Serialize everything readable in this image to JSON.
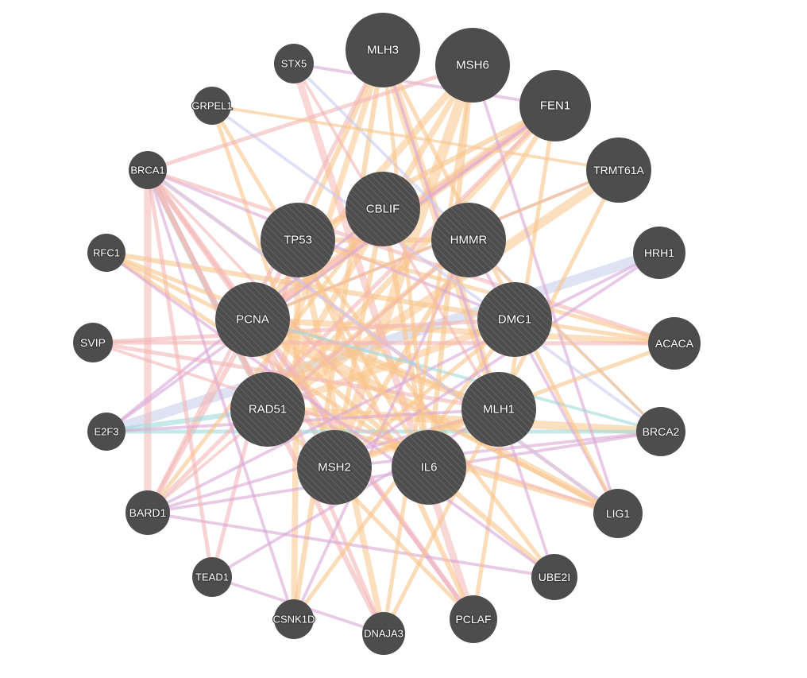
{
  "network": {
    "node_color": "#4d4d4d",
    "node_hatch_color": "#6b6b6b",
    "label_color": "#ffffff",
    "edge_colors": {
      "coexpression": "#d9a6d6",
      "physical": "#f4b6b6",
      "genetic": "#9ed8d8",
      "pathway": "#f9c48a",
      "colocalization": "#c3cbea",
      "predicted": "#c9c9f0"
    },
    "query_genes": [
      "MLH1",
      "RAD51",
      "MSH2",
      "IL6",
      "DMC1",
      "HMMR",
      "CBLIF",
      "TP53",
      "PCNA"
    ],
    "nodes": [
      {
        "id": "MLH3",
        "label": "MLH3",
        "query": false
      },
      {
        "id": "MSH6",
        "label": "MSH6",
        "query": false
      },
      {
        "id": "FEN1",
        "label": "FEN1",
        "query": false
      },
      {
        "id": "TRMT61A",
        "label": "TRMT61A",
        "query": false
      },
      {
        "id": "HRH1",
        "label": "HRH1",
        "query": false
      },
      {
        "id": "ACACA",
        "label": "ACACA",
        "query": false
      },
      {
        "id": "BRCA2",
        "label": "BRCA2",
        "query": false
      },
      {
        "id": "LIG1",
        "label": "LIG1",
        "query": false
      },
      {
        "id": "UBE2I",
        "label": "UBE2I",
        "query": false
      },
      {
        "id": "PCLAF",
        "label": "PCLAF",
        "query": false
      },
      {
        "id": "DNAJA3",
        "label": "DNAJA3",
        "query": false
      },
      {
        "id": "CSNK1D",
        "label": "CSNK1D",
        "query": false
      },
      {
        "id": "TEAD1",
        "label": "TEAD1",
        "query": false
      },
      {
        "id": "BARD1",
        "label": "BARD1",
        "query": false
      },
      {
        "id": "E2F3",
        "label": "E2F3",
        "query": false
      },
      {
        "id": "SVIP",
        "label": "SVIP",
        "query": false
      },
      {
        "id": "RFC1",
        "label": "RFC1",
        "query": false
      },
      {
        "id": "BRCA1",
        "label": "BRCA1",
        "query": false
      },
      {
        "id": "GRPEL1",
        "label": "GRPEL1",
        "query": false
      },
      {
        "id": "STX5",
        "label": "STX5",
        "query": false
      },
      {
        "id": "CBLIF",
        "label": "CBLIF",
        "query": true
      },
      {
        "id": "TP53",
        "label": "TP53",
        "query": true
      },
      {
        "id": "HMMR",
        "label": "HMMR",
        "query": true
      },
      {
        "id": "PCNA",
        "label": "PCNA",
        "query": true
      },
      {
        "id": "DMC1",
        "label": "DMC1",
        "query": true
      },
      {
        "id": "RAD51",
        "label": "RAD51",
        "query": true
      },
      {
        "id": "MLH1",
        "label": "MLH1",
        "query": true
      },
      {
        "id": "MSH2",
        "label": "MSH2",
        "query": true
      },
      {
        "id": "IL6",
        "label": "IL6",
        "query": true
      }
    ],
    "edges": [
      {
        "source": "HRH1",
        "target": "E2F3",
        "type": "colocalization",
        "weight": 0.9
      },
      {
        "source": "FEN1",
        "target": "PCNA",
        "type": "pathway",
        "weight": 0.9
      },
      {
        "source": "TRMT61A",
        "target": "RAD51",
        "type": "pathway",
        "weight": 0.8
      },
      {
        "source": "MSH6",
        "target": "MSH2",
        "type": "pathway",
        "weight": 0.9
      },
      {
        "source": "MLH3",
        "target": "MLH1",
        "type": "pathway",
        "weight": 0.8
      },
      {
        "source": "MSH6",
        "target": "PCNA",
        "type": "pathway",
        "weight": 0.6
      },
      {
        "source": "STX5",
        "target": "PCLAF",
        "type": "physical",
        "weight": 0.6
      },
      {
        "source": "BRCA1",
        "target": "BARD1",
        "type": "physical",
        "weight": 0.6
      },
      {
        "source": "BRCA1",
        "target": "RAD51",
        "type": "genetic",
        "weight": 0.5
      },
      {
        "source": "BRCA2",
        "target": "RAD51",
        "type": "pathway",
        "weight": 0.7
      },
      {
        "source": "BRCA1",
        "target": "PCNA",
        "type": "physical",
        "weight": 0.4
      },
      {
        "source": "MSH2",
        "target": "MLH1",
        "type": "pathway",
        "weight": 0.6
      },
      {
        "source": "DMC1",
        "target": "RAD51",
        "type": "pathway",
        "weight": 0.6
      },
      {
        "source": "PCNA",
        "target": "LIG1",
        "type": "pathway",
        "weight": 0.6
      },
      {
        "source": "PCNA",
        "target": "FEN1",
        "type": "physical",
        "weight": 0.5
      },
      {
        "source": "HMMR",
        "target": "TP53",
        "type": "pathway",
        "weight": 0.4
      },
      {
        "source": "CBLIF",
        "target": "IL6",
        "type": "pathway",
        "weight": 0.4
      },
      {
        "source": "ACACA",
        "target": "PCNA",
        "type": "pathway",
        "weight": 0.5
      },
      {
        "source": "UBE2I",
        "target": "PCNA",
        "type": "pathway",
        "weight": 0.4
      },
      {
        "source": "PCLAF",
        "target": "PCNA",
        "type": "coexpression",
        "weight": 0.3
      },
      {
        "source": "DNAJA3",
        "target": "TP53",
        "type": "pathway",
        "weight": 0.5
      },
      {
        "source": "CSNK1D",
        "target": "TP53",
        "type": "pathway",
        "weight": 0.5
      },
      {
        "source": "TEAD1",
        "target": "TP53",
        "type": "physical",
        "weight": 0.3
      },
      {
        "source": "BARD1",
        "target": "TP53",
        "type": "physical",
        "weight": 0.4
      },
      {
        "source": "E2F3",
        "target": "RAD51",
        "type": "genetic",
        "weight": 0.4
      },
      {
        "source": "SVIP",
        "target": "MLH1",
        "type": "physical",
        "weight": 0.3
      },
      {
        "source": "RFC1",
        "target": "DMC1",
        "type": "pathway",
        "weight": 0.4
      },
      {
        "source": "GRPEL1",
        "target": "MSH2",
        "type": "pathway",
        "weight": 0.3
      },
      {
        "source": "MLH3",
        "target": "TP53",
        "type": "pathway",
        "weight": 0.4
      },
      {
        "source": "MLH3",
        "target": "RAD51",
        "type": "pathway",
        "weight": 0.5
      },
      {
        "source": "MSH6",
        "target": "RAD51",
        "type": "pathway",
        "weight": 0.5
      },
      {
        "source": "FEN1",
        "target": "MSH2",
        "type": "pathway",
        "weight": 0.4
      },
      {
        "source": "FEN1",
        "target": "RAD51",
        "type": "pathway",
        "weight": 0.5
      },
      {
        "source": "TRMT61A",
        "target": "PCNA",
        "type": "coexpression",
        "weight": 0.2
      },
      {
        "source": "BRCA2",
        "target": "BARD1",
        "type": "coexpression",
        "weight": 0.2
      },
      {
        "source": "BRCA2",
        "target": "MSH2",
        "type": "coexpression",
        "weight": 0.2
      },
      {
        "source": "LIG1",
        "target": "RAD51",
        "type": "pathway",
        "weight": 0.4
      },
      {
        "source": "LIG1",
        "target": "BRCA1",
        "type": "physical",
        "weight": 0.3
      },
      {
        "source": "DNAJA3",
        "target": "BRCA1",
        "type": "physical",
        "weight": 0.4
      },
      {
        "source": "PCLAF",
        "target": "BRCA1",
        "type": "physical",
        "weight": 0.4
      },
      {
        "source": "CSNK1D",
        "target": "MLH3",
        "type": "pathway",
        "weight": 0.4
      },
      {
        "source": "UBE2I",
        "target": "TP53",
        "type": "pathway",
        "weight": 0.3
      },
      {
        "source": "UBE2I",
        "target": "BARD1",
        "type": "coexpression",
        "weight": 0.2
      },
      {
        "source": "IL6",
        "target": "MSH6",
        "type": "pathway",
        "weight": 0.4
      },
      {
        "source": "IL6",
        "target": "RFC1",
        "type": "pathway",
        "weight": 0.3
      },
      {
        "source": "MLH1",
        "target": "PCNA",
        "type": "pathway",
        "weight": 0.5
      },
      {
        "source": "MLH1",
        "target": "BARD1",
        "type": "coexpression",
        "weight": 0.2
      },
      {
        "source": "MSH2",
        "target": "PCNA",
        "type": "physical",
        "weight": 0.4
      },
      {
        "source": "RAD51",
        "target": "HMMR",
        "type": "pathway",
        "weight": 0.4
      },
      {
        "source": "DMC1",
        "target": "BRCA1",
        "type": "coexpression",
        "weight": 0.2
      },
      {
        "source": "CBLIF",
        "target": "MSH2",
        "type": "pathway",
        "weight": 0.4
      },
      {
        "source": "ACACA",
        "target": "BRCA1",
        "type": "physical",
        "weight": 0.3
      },
      {
        "source": "HRH1",
        "target": "BARD1",
        "type": "coexpression",
        "weight": 0.2
      },
      {
        "source": "SVIP",
        "target": "DMC1",
        "type": "physical",
        "weight": 0.3
      },
      {
        "source": "E2F3",
        "target": "BRCA2",
        "type": "genetic",
        "weight": 0.3
      },
      {
        "source": "TEAD1",
        "target": "BRCA1",
        "type": "physical",
        "weight": 0.3
      },
      {
        "source": "BARD1",
        "target": "MLH3",
        "type": "physical",
        "weight": 0.3
      },
      {
        "source": "STX5",
        "target": "FEN1",
        "type": "coexpression",
        "weight": 0.2
      },
      {
        "source": "GRPEL1",
        "target": "IL6",
        "type": "pathway",
        "weight": 0.3
      },
      {
        "source": "RFC1",
        "target": "MLH1",
        "type": "pathway",
        "weight": 0.3
      },
      {
        "source": "TP53",
        "target": "PCLAF",
        "type": "pathway",
        "weight": 0.4
      },
      {
        "source": "PCNA",
        "target": "DNAJA3",
        "type": "physical",
        "weight": 0.3
      },
      {
        "source": "HMMR",
        "target": "CSNK1D",
        "type": "coexpression",
        "weight": 0.2
      },
      {
        "source": "MSH6",
        "target": "LIG1",
        "type": "coexpression",
        "weight": 0.2
      },
      {
        "source": "FEN1",
        "target": "BARD1",
        "type": "physical",
        "weight": 0.3
      },
      {
        "source": "TRMT61A",
        "target": "DNAJA3",
        "type": "pathway",
        "weight": 0.3
      },
      {
        "source": "MLH3",
        "target": "UBE2I",
        "type": "coexpression",
        "weight": 0.2
      },
      {
        "source": "BRCA1",
        "target": "MSH6",
        "type": "physical",
        "weight": 0.3
      },
      {
        "source": "BRCA1",
        "target": "LIG1",
        "type": "predicted",
        "weight": 0.2
      },
      {
        "source": "RAD51",
        "target": "PCLAF",
        "type": "pathway",
        "weight": 0.3
      },
      {
        "source": "DMC1",
        "target": "CSNK1D",
        "type": "pathway",
        "weight": 0.3
      },
      {
        "source": "MLH1",
        "target": "E2F3",
        "type": "coexpression",
        "weight": 0.2
      },
      {
        "source": "IL6",
        "target": "BRCA1",
        "type": "physical",
        "weight": 0.2
      },
      {
        "source": "CBLIF",
        "target": "BARD1",
        "type": "pathway",
        "weight": 0.3
      },
      {
        "source": "TP53",
        "target": "ACACA",
        "type": "pathway",
        "weight": 0.3
      },
      {
        "source": "HMMR",
        "target": "LIG1",
        "type": "coexpression",
        "weight": 0.2
      },
      {
        "source": "HMMR",
        "target": "BARD1",
        "type": "physical",
        "weight": 0.2
      },
      {
        "source": "BRCA2",
        "target": "PCNA",
        "type": "genetic",
        "weight": 0.2
      },
      {
        "source": "SVIP",
        "target": "ACACA",
        "type": "physical",
        "weight": 0.3
      },
      {
        "source": "E2F3",
        "target": "FEN1",
        "type": "coexpression",
        "weight": 0.2
      },
      {
        "source": "TEAD1",
        "target": "MLH1",
        "type": "coexpression",
        "weight": 0.2
      },
      {
        "source": "STX5",
        "target": "BRCA2",
        "type": "predicted",
        "weight": 0.2
      },
      {
        "source": "GRPEL1",
        "target": "TRMT61A",
        "type": "pathway",
        "weight": 0.2
      },
      {
        "source": "RFC1",
        "target": "LIG1",
        "type": "pathway",
        "weight": 0.3
      },
      {
        "source": "MSH2",
        "target": "DMC1",
        "type": "pathway",
        "weight": 0.3
      },
      {
        "source": "PCNA",
        "target": "TRMT61A",
        "type": "pathway",
        "weight": 0.2
      },
      {
        "source": "CSNK1D",
        "target": "BRCA1",
        "type": "coexpression",
        "weight": 0.2
      },
      {
        "source": "DNAJA3",
        "target": "MSH6",
        "type": "pathway",
        "weight": 0.3
      },
      {
        "source": "PCLAF",
        "target": "FEN1",
        "type": "pathway",
        "weight": 0.3
      },
      {
        "source": "UBE2I",
        "target": "RFC1",
        "type": "coexpression",
        "weight": 0.2
      },
      {
        "source": "LIG1",
        "target": "MLH3",
        "type": "pathway",
        "weight": 0.3
      },
      {
        "source": "ACACA",
        "target": "MSH2",
        "type": "pathway",
        "weight": 0.3
      },
      {
        "source": "HRH1",
        "target": "MSH2",
        "type": "coexpression",
        "weight": 0.2
      },
      {
        "source": "BRCA2",
        "target": "GRPEL1",
        "type": "predicted",
        "weight": 0.2
      },
      {
        "source": "IL6",
        "target": "MLH3",
        "type": "pathway",
        "weight": 0.3
      },
      {
        "source": "MLH1",
        "target": "STX5",
        "type": "physical",
        "weight": 0.2
      },
      {
        "source": "RAD51",
        "target": "BRCA1",
        "type": "physical",
        "weight": 0.4
      },
      {
        "source": "TP53",
        "target": "FEN1",
        "type": "pathway",
        "weight": 0.4
      },
      {
        "source": "CBLIF",
        "target": "E2F3",
        "type": "coexpression",
        "weight": 0.2
      },
      {
        "source": "HMMR",
        "target": "BRCA2",
        "type": "pathway",
        "weight": 0.2
      },
      {
        "source": "DMC1",
        "target": "ACACA",
        "type": "pathway",
        "weight": 0.3
      },
      {
        "source": "SVIP",
        "target": "LIG1",
        "type": "physical",
        "weight": 0.2
      },
      {
        "source": "TEAD1",
        "target": "DNAJA3",
        "type": "coexpression",
        "weight": 0.2
      }
    ]
  }
}
